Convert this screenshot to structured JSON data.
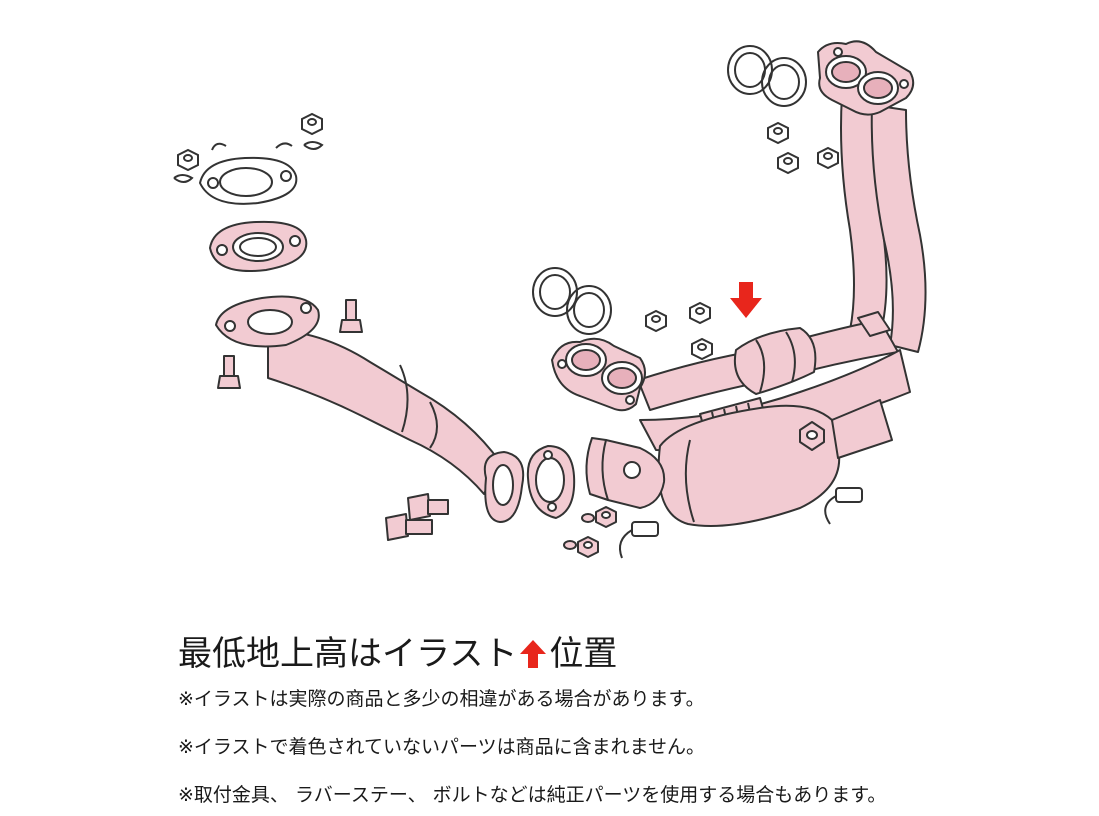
{
  "caption": {
    "main_before_arrow": "最低地上高はイラスト",
    "main_after_arrow": "位置",
    "arrow_icon": "red-up-arrow-icon",
    "arrow_color": "#e8261c"
  },
  "notes": [
    "※イラストは実際の商品と多少の相違がある場合があります。",
    "※イラストで着色されていないパーツは商品に含まれません。",
    "※取付金具、 ラバーステー、 ボルトなどは純正パーツを使用する場合もあります。"
  ],
  "colors": {
    "part_fill": "#f2cbd2",
    "outline": "#333333",
    "marker": "#e8261c"
  }
}
